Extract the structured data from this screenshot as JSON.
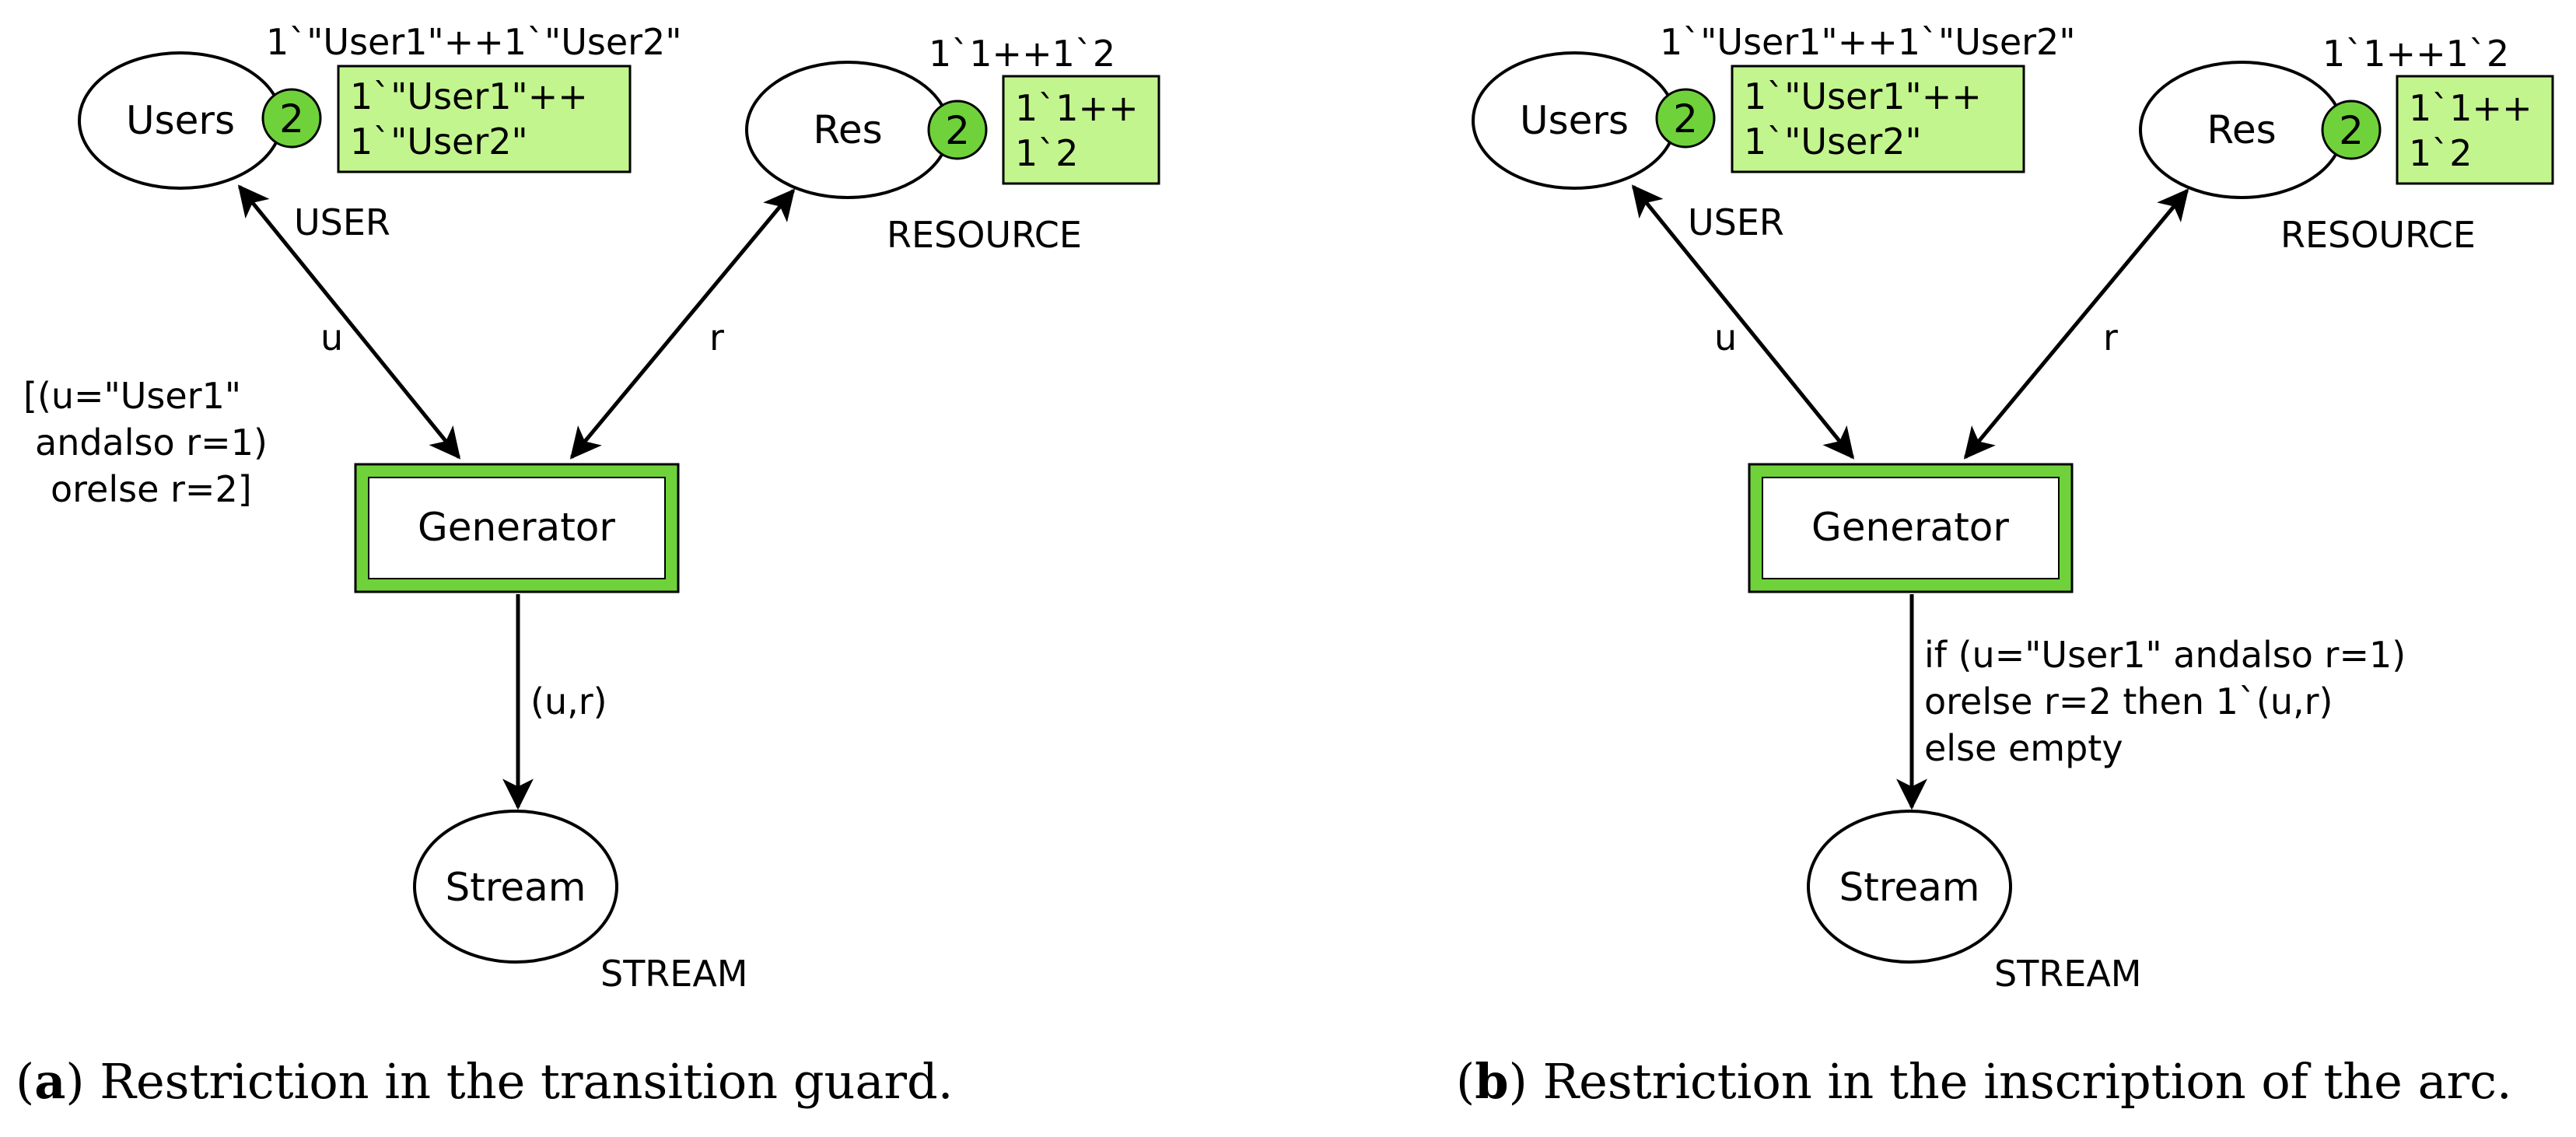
{
  "left": {
    "places": {
      "users": {
        "name": "Users",
        "type": "USER",
        "initial": "1`\"User1\"++1`\"User2\"",
        "count": "2",
        "marking": [
          "1`\"User1\"++",
          "1`\"User2\""
        ]
      },
      "res": {
        "name": "Res",
        "type": "RESOURCE",
        "initial": "1`1++1`2",
        "count": "2",
        "marking": [
          "1`1++",
          "1`2"
        ]
      },
      "stream": {
        "name": "Stream",
        "type": "STREAM"
      }
    },
    "transition": {
      "name": "Generator",
      "guard": [
        "[(u=\"User1\"",
        "andalso r=1)",
        "orelse r=2]"
      ]
    },
    "arcs": {
      "u": "u",
      "r": "r",
      "out": [
        "(u,r)"
      ]
    },
    "caption": {
      "letter": "a",
      "text": " Restriction in the transition guard."
    }
  },
  "right": {
    "places": {
      "users": {
        "name": "Users",
        "type": "USER",
        "initial": "1`\"User1\"++1`\"User2\"",
        "count": "2",
        "marking": [
          "1`\"User1\"++",
          "1`\"User2\""
        ]
      },
      "res": {
        "name": "Res",
        "type": "RESOURCE",
        "initial": "1`1++1`2",
        "count": "2",
        "marking": [
          "1`1++",
          "1`2"
        ]
      },
      "stream": {
        "name": "Stream",
        "type": "STREAM"
      }
    },
    "transition": {
      "name": "Generator"
    },
    "arcs": {
      "u": "u",
      "r": "r",
      "out": [
        "if (u=\"User1\" andalso r=1)",
        "orelse r=2 then 1`(u,r)",
        "else empty"
      ]
    },
    "caption": {
      "letter": "b",
      "text": " Restriction in the inscription of the arc."
    }
  },
  "colors": {
    "token": "#6fd23a",
    "marking_bg": "#c3f58e",
    "transition_border": "#6fd23a",
    "line": "#000000"
  }
}
